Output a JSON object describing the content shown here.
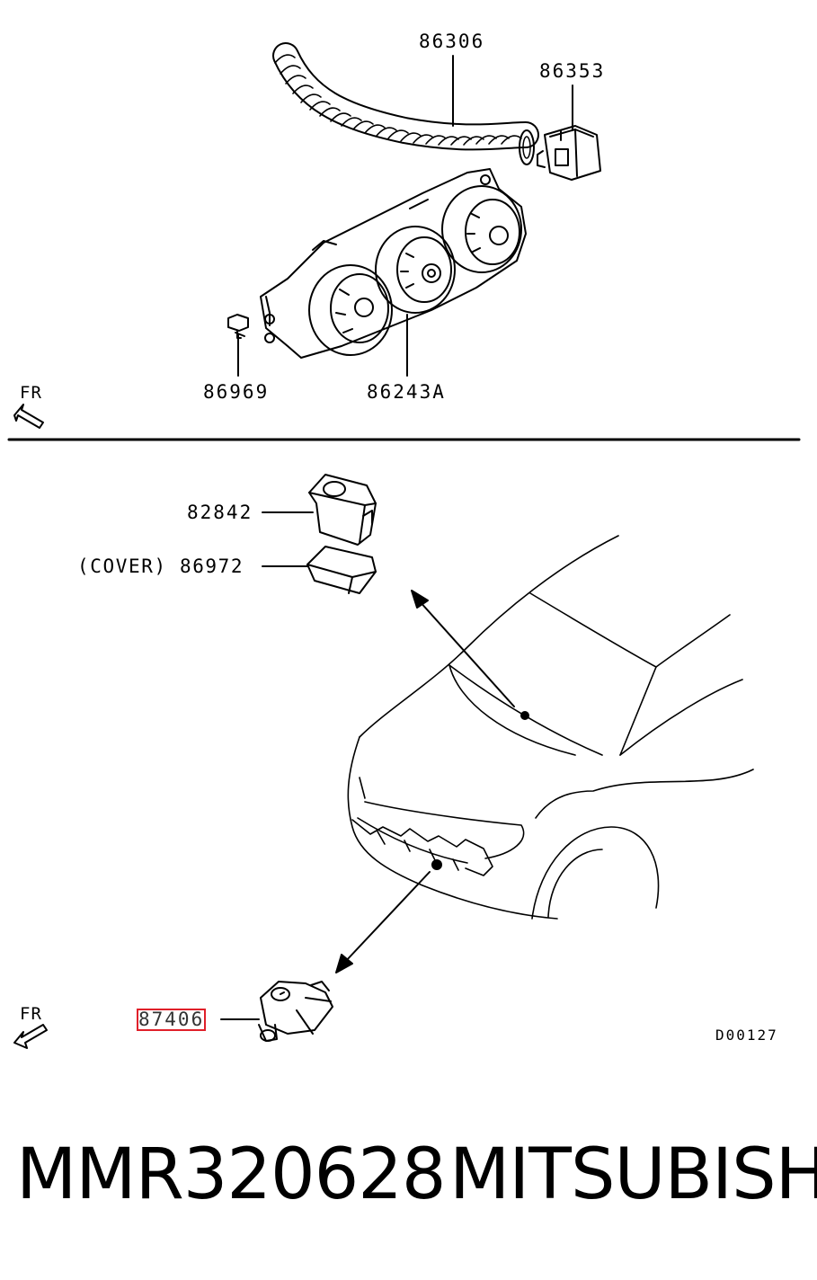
{
  "top_section": {
    "labels": {
      "hose": "86306",
      "connector": "86353",
      "bolt": "86969",
      "control_panel": "86243A"
    },
    "front_marker": "FR"
  },
  "bottom_section": {
    "labels": {
      "switch": "82842",
      "cover": "(COVER) 86972",
      "sensor": "87406"
    },
    "front_marker": "FR",
    "drawing_code": "D00127"
  },
  "highlight_color": "#e0202a",
  "caption": {
    "part_number": "MMR320628",
    "brand": "MITSUBISHI"
  }
}
